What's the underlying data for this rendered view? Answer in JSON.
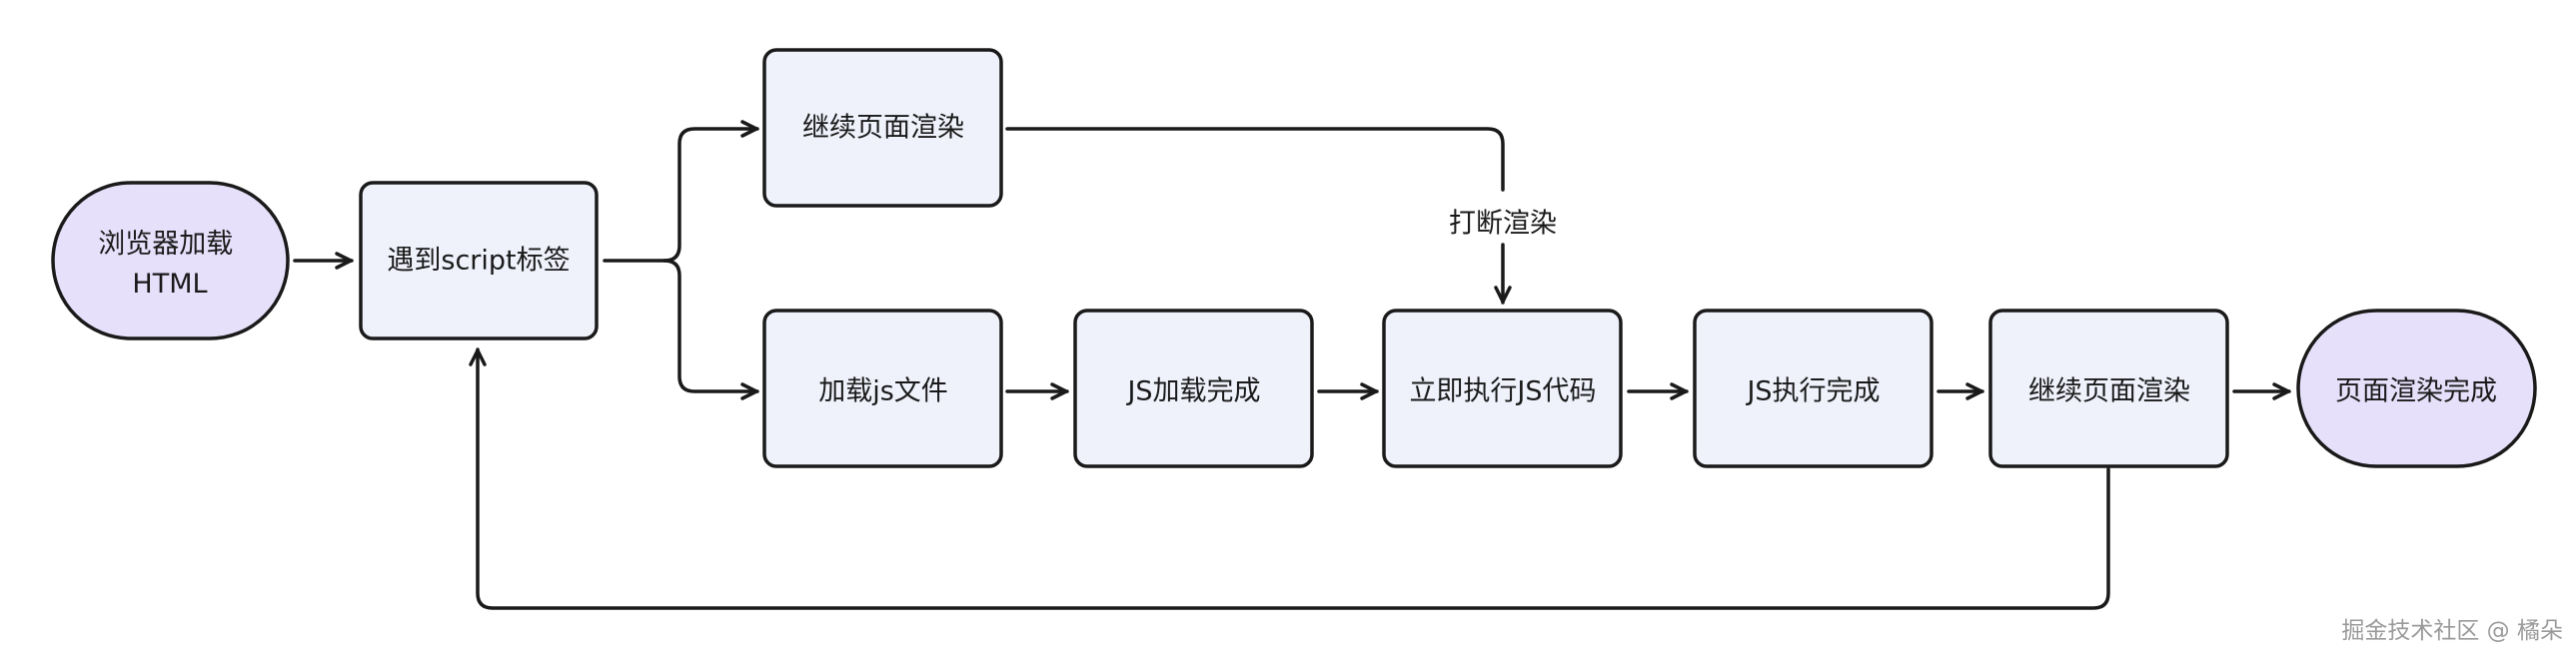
{
  "nodes": {
    "start": "浏览器加载\nHTML",
    "meet_script": "遇到script标签",
    "continue_render_top": "继续页面渲染",
    "load_js": "加载js文件",
    "js_loaded": "JS加载完成",
    "execute_js": "立即执行JS代码",
    "js_executed": "JS执行完成",
    "continue_render_bottom": "继续页面渲染",
    "render_done": "页面渲染完成"
  },
  "edge_labels": {
    "interrupt": "打断渲染"
  },
  "watermark": "掘金技术社区 @ 橘朵",
  "colors": {
    "terminal_fill": "#e6e0fa",
    "process_fill": "#eff1fb",
    "stroke": "#1a1a1a",
    "watermark": "#9a9a9a"
  }
}
